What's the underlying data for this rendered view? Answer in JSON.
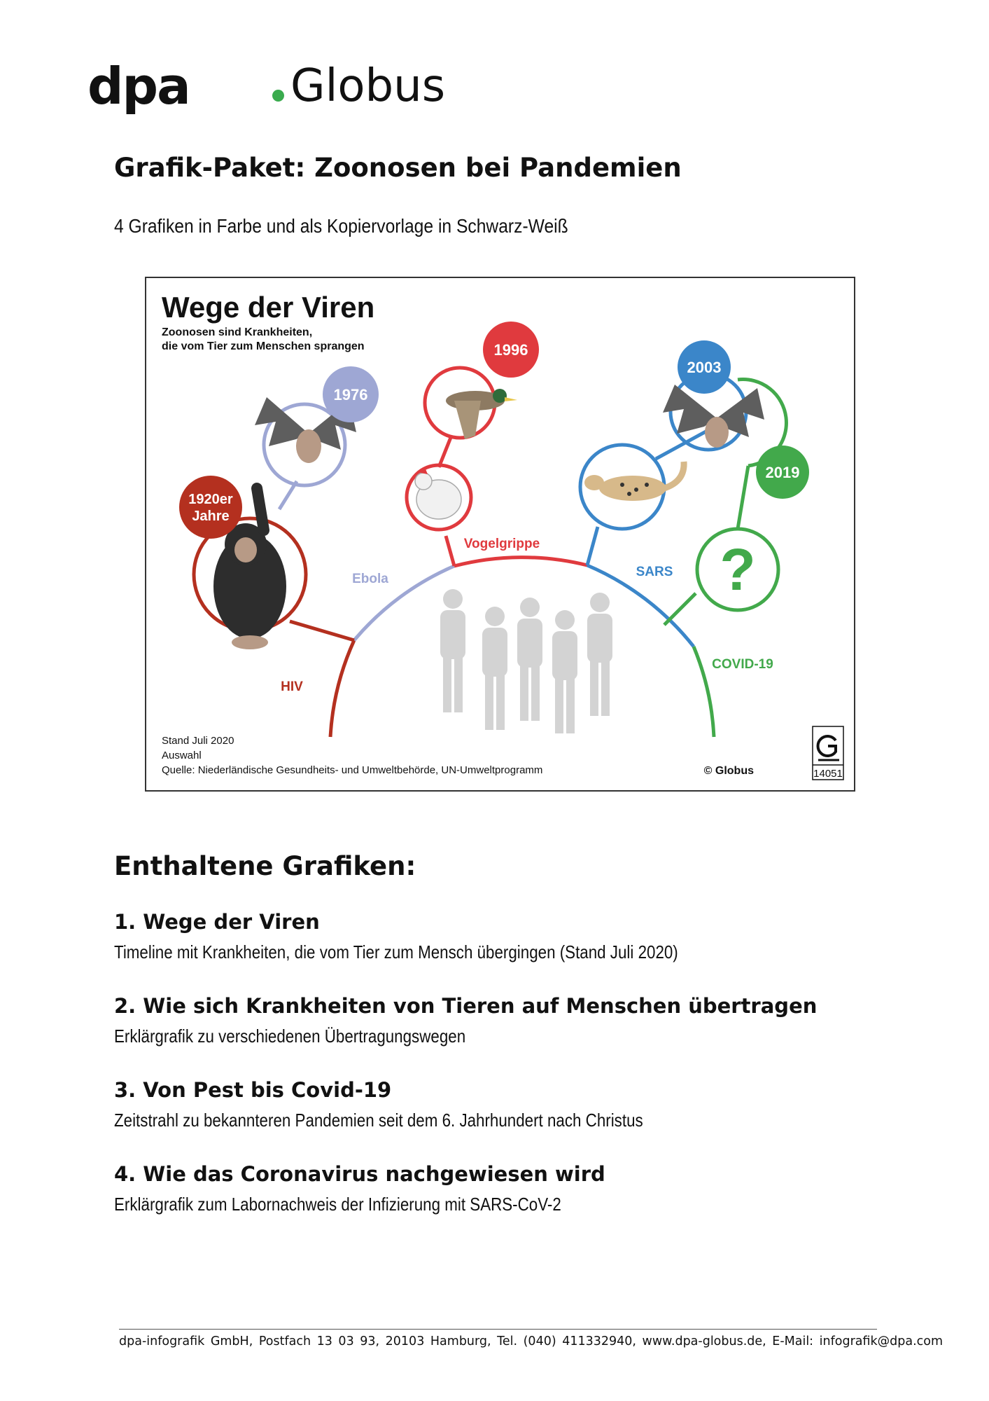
{
  "brand": {
    "left": "dpa",
    "right": "Globus",
    "dot_color": "#3aab4e"
  },
  "document": {
    "title": "Grafik-Paket: Zoonosen bei Pandemien",
    "subtitle": "4 Grafiken in Farbe und als Kopiervorlage in Schwarz-Weiß"
  },
  "preview": {
    "title": "Wege der Viren",
    "subtitle_line1": "Zoonosen sind Krankheiten,",
    "subtitle_line2": "die vom Tier zum Menschen sprangen",
    "years": {
      "hiv": "1920er",
      "hiv2": "Jahre",
      "ebola": "1976",
      "vogelgrippe": "1996",
      "sars": "2003",
      "covid": "2019"
    },
    "diseases": {
      "hiv": "HIV",
      "ebola": "Ebola",
      "vogelgrippe": "Vogelgrippe",
      "sars": "SARS",
      "covid": "COVID-19"
    },
    "unknown_mark": "?",
    "source_line1": "Stand Juli 2020",
    "source_line2": "Auswahl",
    "source_line3": "Quelle: Niederländische Gesundheits- und Umweltbehörde, UN-Umweltprogramm",
    "copyright": "© Globus",
    "graphic_number": "14051",
    "colors": {
      "hiv": "#b4301f",
      "ebola": "#9ea7d4",
      "vogelgrippe": "#e03a3e",
      "sars": "#3b86c9",
      "covid": "#42a94b",
      "people": "#d3d3d3"
    }
  },
  "contents": {
    "heading": "Enthaltene Grafiken:",
    "items": [
      {
        "title": "1. Wege der Viren",
        "desc": "Timeline mit Krankheiten, die vom Tier zum Mensch übergingen (Stand Juli 2020)"
      },
      {
        "title": "2. Wie sich Krankheiten von Tieren auf Menschen übertragen",
        "desc": "Erklärgrafik zu verschiedenen Übertragungswegen"
      },
      {
        "title": "3. Von Pest bis Covid-19",
        "desc": "Zeitstrahl zu bekannteren Pandemien seit dem 6. Jahrhundert nach Christus"
      },
      {
        "title": "4. Wie das Coronavirus nachgewiesen wird",
        "desc": "Erklärgrafik zum Labornachweis der Infizierung mit SARS-CoV-2"
      }
    ]
  },
  "footer": "dpa-infografik GmbH, Postfach 13 03 93, 20103 Hamburg, Tel. (040) 411332940, www.dpa-globus.de, E-Mail: infografik@dpa.com"
}
